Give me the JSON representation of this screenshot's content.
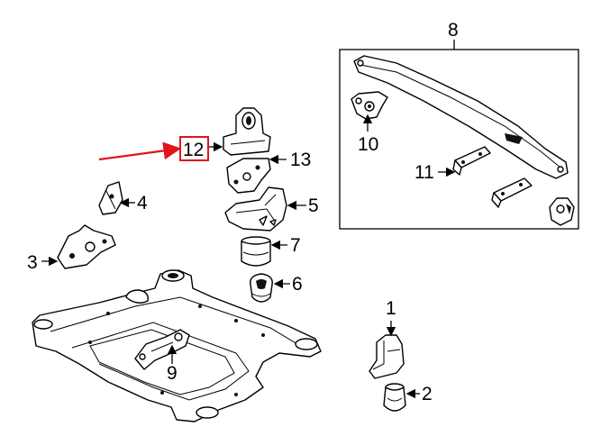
{
  "callouts": {
    "c1": "1",
    "c2": "2",
    "c3": "3",
    "c4": "4",
    "c5": "5",
    "c6": "6",
    "c7": "7",
    "c8": "8",
    "c9": "9",
    "c10": "10",
    "c11": "11",
    "c12": "12",
    "c13": "13"
  },
  "colors": {
    "highlight": "#e0141b",
    "line": "#000000",
    "background": "#ffffff"
  }
}
